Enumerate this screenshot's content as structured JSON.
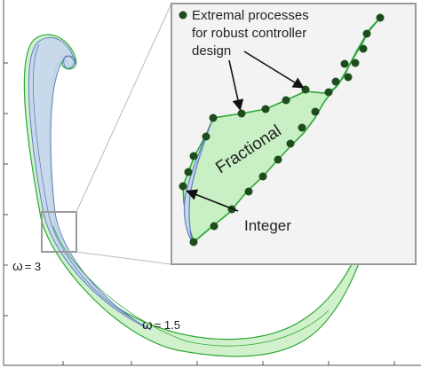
{
  "figure": {
    "omega_labels": [
      {
        "symbol": "ω",
        "value": "= 3"
      },
      {
        "symbol": "ω",
        "value": "= 1.5"
      }
    ]
  },
  "inset": {
    "legend_text_line1": "Extremal processes",
    "legend_text_line2": "for robust controller",
    "legend_text_line3": "design",
    "fractional_label": "Fractional",
    "integer_label": "Integer"
  },
  "colors": {
    "green_curve": "#2ea836",
    "green_fill": "#c9efc4",
    "blue_curve": "#5f7fbf",
    "blue_fill": "#c6d6ee",
    "extremal_point": "#1d4d1d",
    "axis": "#555555",
    "zoom_box": "#9a9a9a",
    "inset_bg": "#f3f3f3"
  }
}
